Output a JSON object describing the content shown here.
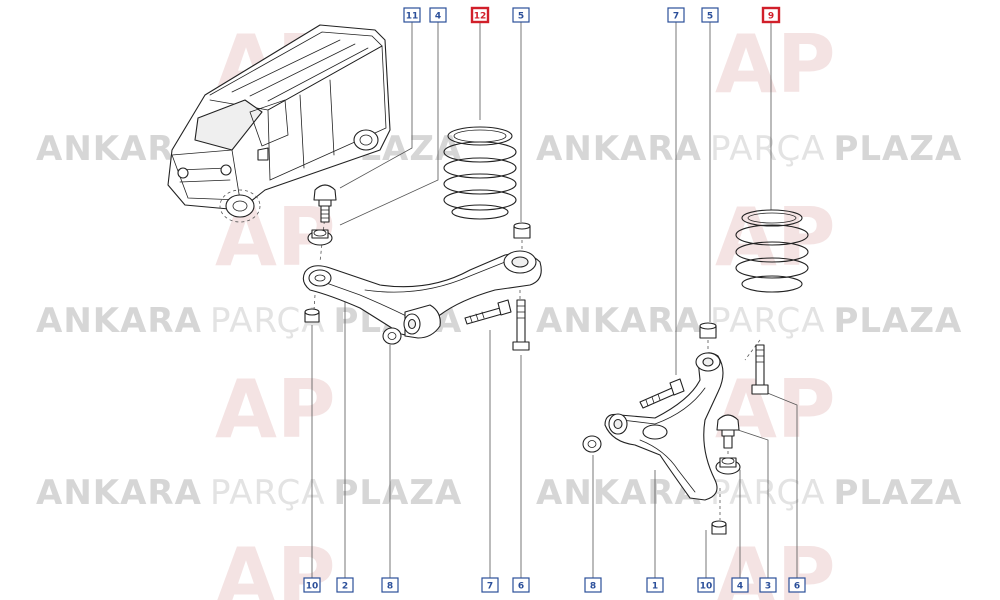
{
  "watermark": {
    "brand_bold": "ANKARA",
    "brand_light": "PARÇA",
    "brand_bold2": "PLAZA",
    "logo_letters": "AP",
    "colors": {
      "text_bold": "#d6d6d6",
      "text_light": "#e3e3e3",
      "logo": "#f4e0e0"
    }
  },
  "callouts": {
    "top_left": [
      {
        "label": "11"
      },
      {
        "label": "4"
      },
      {
        "label": "12",
        "highlight": true
      },
      {
        "label": "5"
      }
    ],
    "top_right": [
      {
        "label": "7"
      },
      {
        "label": "5"
      },
      {
        "label": "9",
        "highlight": true
      }
    ],
    "bottom_left": [
      {
        "label": "10"
      },
      {
        "label": "2"
      },
      {
        "label": "8"
      },
      {
        "label": "7"
      },
      {
        "label": "6"
      }
    ],
    "bottom_right": [
      {
        "label": "8"
      },
      {
        "label": "1"
      },
      {
        "label": "10"
      },
      {
        "label": "4"
      },
      {
        "label": "3"
      },
      {
        "label": "6"
      }
    ]
  },
  "colors": {
    "callout_border": "#2b4f9a",
    "callout_highlight": "#d11f2a",
    "line": "#222222"
  },
  "icons": {
    "vehicle": "van-icon",
    "spring": "coil-spring-icon",
    "arm": "control-arm-icon",
    "bolt": "bolt-icon",
    "nut": "nut-icon",
    "bushing": "bushing-icon",
    "ball_joint": "ball-joint-icon"
  }
}
